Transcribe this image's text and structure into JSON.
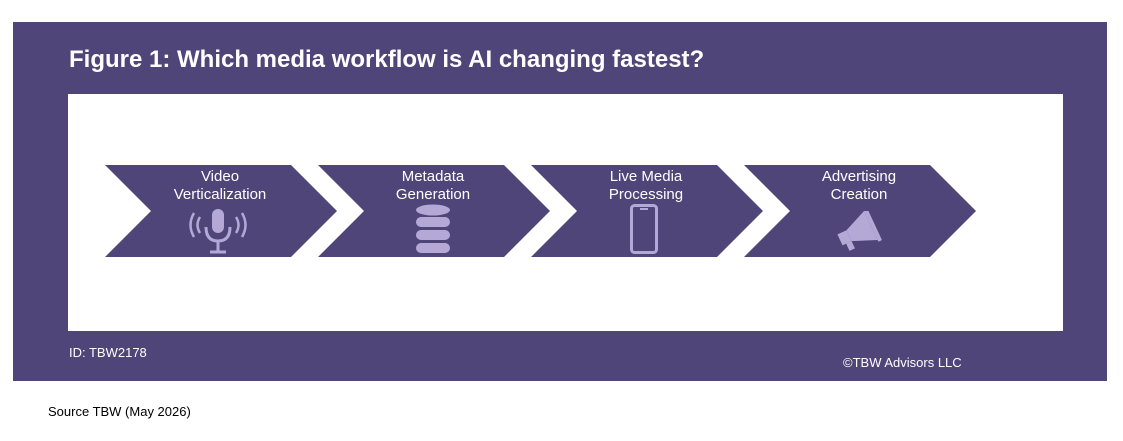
{
  "figure": {
    "title": "Figure 1: Which media workflow is AI changing fastest?",
    "id_text": "ID: TBW2178",
    "copyright": "©TBW Advisors LLC"
  },
  "source": "Source TBW (May 2026)",
  "colors": {
    "frame": "#4f4579",
    "chevron": "#4f4579",
    "icon": "#b4a9d6",
    "text": "#ffffff"
  },
  "steps": [
    {
      "label_line1": "Video",
      "label_line2": "Verticalization",
      "icon": "microphone-icon"
    },
    {
      "label_line1": "Metadata",
      "label_line2": "Generation",
      "icon": "database-icon"
    },
    {
      "label_line1": "Live Media",
      "label_line2": "Processing",
      "icon": "smartphone-icon"
    },
    {
      "label_line1": "Advertising",
      "label_line2": "Creation",
      "icon": "megaphone-icon"
    }
  ]
}
